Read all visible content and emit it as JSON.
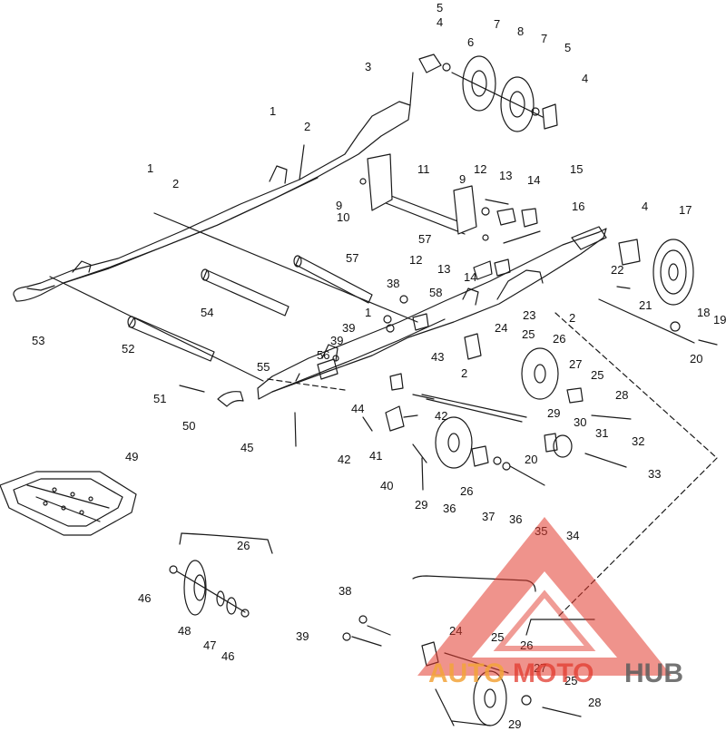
{
  "diagram": {
    "type": "exploded-parts-diagram",
    "line_color": "#1a1a1a",
    "part_callouts": [
      {
        "id": "c-5a",
        "label": "5"
      },
      {
        "id": "c-4a",
        "label": "4"
      },
      {
        "id": "c-6",
        "label": "6"
      },
      {
        "id": "c-7a",
        "label": "7"
      },
      {
        "id": "c-8",
        "label": "8"
      },
      {
        "id": "c-7b",
        "label": "7"
      },
      {
        "id": "c-5b",
        "label": "5"
      },
      {
        "id": "c-4b",
        "label": "4"
      },
      {
        "id": "c-3",
        "label": "3"
      },
      {
        "id": "c-1a",
        "label": "1"
      },
      {
        "id": "c-2a",
        "label": "2"
      },
      {
        "id": "c-1b",
        "label": "1"
      },
      {
        "id": "c-2b",
        "label": "2"
      },
      {
        "id": "c-11",
        "label": "11"
      },
      {
        "id": "c-9a",
        "label": "9"
      },
      {
        "id": "c-12a",
        "label": "12"
      },
      {
        "id": "c-13a",
        "label": "13"
      },
      {
        "id": "c-14a",
        "label": "14"
      },
      {
        "id": "c-15",
        "label": "15"
      },
      {
        "id": "c-9b",
        "label": "9"
      },
      {
        "id": "c-10",
        "label": "10"
      },
      {
        "id": "c-16",
        "label": "16"
      },
      {
        "id": "c-4c",
        "label": "4"
      },
      {
        "id": "c-17",
        "label": "17"
      },
      {
        "id": "c-57a",
        "label": "57"
      },
      {
        "id": "c-12b",
        "label": "12"
      },
      {
        "id": "c-13b",
        "label": "13"
      },
      {
        "id": "c-14b",
        "label": "14"
      },
      {
        "id": "c-22",
        "label": "22"
      },
      {
        "id": "c-57b",
        "label": "57"
      },
      {
        "id": "c-21",
        "label": "21"
      },
      {
        "id": "c-38a",
        "label": "38"
      },
      {
        "id": "c-58",
        "label": "58"
      },
      {
        "id": "c-23",
        "label": "23"
      },
      {
        "id": "c-2c",
        "label": "2"
      },
      {
        "id": "c-54",
        "label": "54"
      },
      {
        "id": "c-1c",
        "label": "1"
      },
      {
        "id": "c-18",
        "label": "18"
      },
      {
        "id": "c-19",
        "label": "19"
      },
      {
        "id": "c-39a",
        "label": "39"
      },
      {
        "id": "c-24a",
        "label": "24"
      },
      {
        "id": "c-53",
        "label": "53"
      },
      {
        "id": "c-52",
        "label": "52"
      },
      {
        "id": "c-39b",
        "label": "39"
      },
      {
        "id": "c-25a",
        "label": "25"
      },
      {
        "id": "c-26a",
        "label": "26"
      },
      {
        "id": "c-20a",
        "label": "20"
      },
      {
        "id": "c-56",
        "label": "56"
      },
      {
        "id": "c-43",
        "label": "43"
      },
      {
        "id": "c-55",
        "label": "55"
      },
      {
        "id": "c-27a",
        "label": "27"
      },
      {
        "id": "c-25b",
        "label": "25"
      },
      {
        "id": "c-2d",
        "label": "2"
      },
      {
        "id": "c-51",
        "label": "51"
      },
      {
        "id": "c-44",
        "label": "44"
      },
      {
        "id": "c-28a",
        "label": "28"
      },
      {
        "id": "c-42a",
        "label": "42"
      },
      {
        "id": "c-50",
        "label": "50"
      },
      {
        "id": "c-29a",
        "label": "29"
      },
      {
        "id": "c-30",
        "label": "30"
      },
      {
        "id": "c-31",
        "label": "31"
      },
      {
        "id": "c-32",
        "label": "32"
      },
      {
        "id": "c-45",
        "label": "45"
      },
      {
        "id": "c-42b",
        "label": "42"
      },
      {
        "id": "c-41",
        "label": "41"
      },
      {
        "id": "c-20b",
        "label": "20"
      },
      {
        "id": "c-33",
        "label": "33"
      },
      {
        "id": "c-49",
        "label": "49"
      },
      {
        "id": "c-40",
        "label": "40"
      },
      {
        "id": "c-26b",
        "label": "26"
      },
      {
        "id": "c-29b",
        "label": "29"
      },
      {
        "id": "c-36a",
        "label": "36"
      },
      {
        "id": "c-37",
        "label": "37"
      },
      {
        "id": "c-36b",
        "label": "36"
      },
      {
        "id": "c-35",
        "label": "35"
      },
      {
        "id": "c-34",
        "label": "34"
      },
      {
        "id": "c-26c",
        "label": "26"
      },
      {
        "id": "c-46a",
        "label": "46"
      },
      {
        "id": "c-48",
        "label": "48"
      },
      {
        "id": "c-47",
        "label": "47"
      },
      {
        "id": "c-46b",
        "label": "46"
      },
      {
        "id": "c-38b",
        "label": "38"
      },
      {
        "id": "c-39c",
        "label": "39"
      },
      {
        "id": "c-24b",
        "label": "24"
      },
      {
        "id": "c-25c",
        "label": "25"
      },
      {
        "id": "c-26d",
        "label": "26"
      },
      {
        "id": "c-27b",
        "label": "27"
      },
      {
        "id": "c-25d",
        "label": "25"
      },
      {
        "id": "c-28b",
        "label": "28"
      },
      {
        "id": "c-29c",
        "label": "29"
      }
    ]
  },
  "watermark": {
    "text_part1": "AUTO",
    "text_part2": "MOTO",
    "text_part3": "HUB",
    "color_red": "#e23a2e",
    "color_orange": "#f2a33a",
    "color_gray": "#5c5c5c"
  }
}
